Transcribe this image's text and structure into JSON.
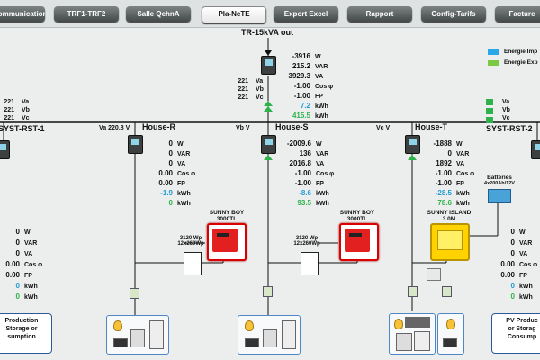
{
  "tabs": [
    "Communication",
    "TRF1-TRF2",
    "Salle QehnA",
    "Pla-NeTE",
    "Export Excel",
    "Rapport",
    "Config-Tarifs",
    "Facture"
  ],
  "active_tab": "Pla-NeTE",
  "legend": {
    "import": "Energie Imp",
    "export": "Energie Exp",
    "import_color": "#2aa7e8",
    "export_color": "#7ac943"
  },
  "transformer": {
    "title": "TR-15kVA out",
    "volts": [
      {
        "value": "221",
        "label": "Va"
      },
      {
        "value": "221",
        "label": "Vb"
      },
      {
        "value": "221",
        "label": "Vc"
      }
    ],
    "values": [
      {
        "value": "-3916",
        "unit": "W"
      },
      {
        "value": "215.2",
        "unit": "VAR"
      },
      {
        "value": "3929.3",
        "unit": "VA"
      },
      {
        "value": "-1.00",
        "unit": "Cos φ"
      },
      {
        "value": "-1.00",
        "unit": "FP"
      },
      {
        "value": "7.2",
        "unit": "kWh"
      },
      {
        "value": "415.5",
        "unit": "kWh"
      }
    ]
  },
  "left_phase_volts": [
    {
      "value": "221",
      "label": "Va"
    },
    {
      "value": "221",
      "label": "Vb"
    },
    {
      "value": "221",
      "label": "Vc"
    }
  ],
  "right_phase_volts": [
    {
      "label": "Va"
    },
    {
      "label": "Vb"
    },
    {
      "label": "Vc"
    }
  ],
  "syst1": {
    "title": "SYST-RST-1",
    "values": [
      {
        "value": "0",
        "unit": "W"
      },
      {
        "value": "0",
        "unit": "VAR"
      },
      {
        "value": "0",
        "unit": "VA"
      },
      {
        "value": "0.00",
        "unit": "Cos φ"
      },
      {
        "value": "0.00",
        "unit": "FP"
      },
      {
        "value": "0",
        "unit": "kWh"
      },
      {
        "value": "0",
        "unit": "kWh"
      }
    ],
    "footer": [
      "Production",
      "Storage or",
      "sumption"
    ]
  },
  "syst2": {
    "title": "SYST-RST-2",
    "values": [
      {
        "value": "0",
        "unit": "W"
      },
      {
        "value": "0",
        "unit": "VAR"
      },
      {
        "value": "0",
        "unit": "VA"
      },
      {
        "value": "0.00",
        "unit": "Cos φ"
      },
      {
        "value": "0.00",
        "unit": "FP"
      },
      {
        "value": "0",
        "unit": "kWh"
      },
      {
        "value": "0",
        "unit": "kWh"
      }
    ],
    "footer": [
      "PV Produc",
      "or Storag",
      "Consump"
    ]
  },
  "house_r": {
    "title": "House-R",
    "volt_label": "Va",
    "volt_value": "220.8",
    "volt_unit": "V",
    "values": [
      {
        "value": "0",
        "unit": "W"
      },
      {
        "value": "0",
        "unit": "VAR"
      },
      {
        "value": "0",
        "unit": "VA"
      },
      {
        "value": "0.00",
        "unit": "Cos φ"
      },
      {
        "value": "0.00",
        "unit": "FP"
      },
      {
        "value": "-1.9",
        "unit": "kWh"
      },
      {
        "value": "0",
        "unit": "kWh"
      }
    ],
    "inverter_title": "SUNNY BOY",
    "inverter_model": "3000TL",
    "pv_power": "3120 Wp",
    "pv_config": "12x260Wp"
  },
  "house_s": {
    "title": "House-S",
    "volt_label": "Vb",
    "volt_unit": "V",
    "values": [
      {
        "value": "-2009.6",
        "unit": "W"
      },
      {
        "value": "136",
        "unit": "VAR"
      },
      {
        "value": "2016.8",
        "unit": "VA"
      },
      {
        "value": "-1.00",
        "unit": "Cos φ"
      },
      {
        "value": "-1.00",
        "unit": "FP"
      },
      {
        "value": "-8.6",
        "unit": "kWh"
      },
      {
        "value": "93.5",
        "unit": "kWh"
      }
    ],
    "inverter_title": "SUNNY BOY",
    "inverter_model": "3000TL",
    "pv_power": "3120 Wp",
    "pv_config": "12x260Wp"
  },
  "house_t": {
    "title": "House-T",
    "volt_label": "Vc",
    "volt_unit": "V",
    "values": [
      {
        "value": "-1888",
        "unit": "W"
      },
      {
        "value": "0",
        "unit": "VAR"
      },
      {
        "value": "1892",
        "unit": "VA"
      },
      {
        "value": "-1.00",
        "unit": "Cos φ"
      },
      {
        "value": "-1.00",
        "unit": "FP"
      },
      {
        "value": "-28.5",
        "unit": "kWh"
      },
      {
        "value": "78.6",
        "unit": "kWh"
      }
    ],
    "inverter_title": "SUNNY ISLAND",
    "inverter_model": "3.0M",
    "batteries_label": "Batteries",
    "batteries_spec": "4x200Ah/12V"
  },
  "colors": {
    "import_value": "#1e9ad6",
    "export_value": "#2fb24c",
    "bus": "#111111",
    "tab_dark": "#555b5b",
    "footer_border": "#2b5a9a"
  }
}
